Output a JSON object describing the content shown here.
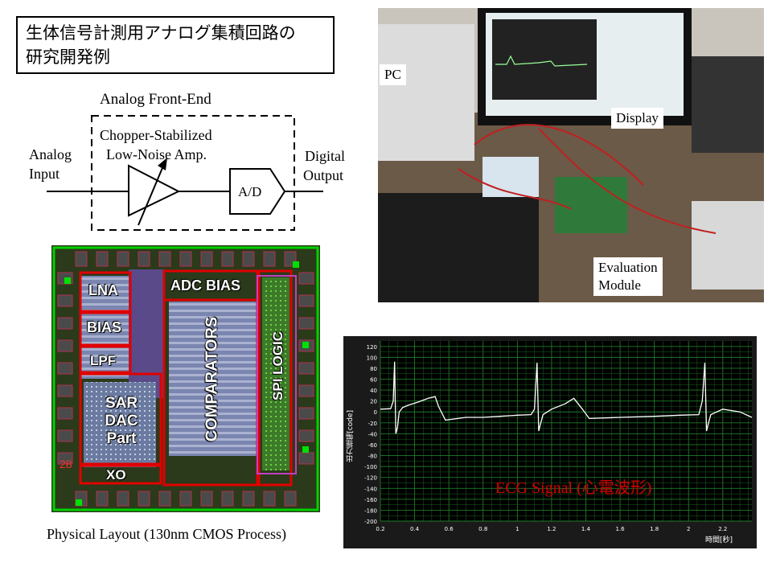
{
  "title": {
    "line1": "生体信号計測用アナログ集積回路の",
    "line2": "研究開発例"
  },
  "afe": {
    "heading": "Analog Front-End",
    "amp_line1": "Chopper-Stabilized",
    "amp_line2": "Low-Noise Amp.",
    "input_line1": "Analog",
    "input_line2": "Input",
    "output_line1": "Digital",
    "output_line2": "Output",
    "adc_label": "A/D"
  },
  "layout": {
    "blocks": {
      "lna": "LNA",
      "bias": "BIAS",
      "lpf": "LPF",
      "sar_line1": "SAR",
      "sar_line2": "DAC",
      "sar_line3": "Part",
      "xo": "XO",
      "adc_bias": "ADC BIAS",
      "comparators": "COMPARATORS",
      "spi_logic": "SPI LOGIC"
    },
    "pin_label": "28",
    "caption": "Physical Layout (130nm CMOS Process)"
  },
  "photo": {
    "labels": {
      "pc": "PC",
      "display": "Display",
      "eval_line1": "Evaluation",
      "eval_line2": "Module"
    }
  },
  "ecg": {
    "caption": "ECG Signal (心電波形)",
    "ylabel": "出力振幅[code]",
    "xlabel": "時間[秒]",
    "y_ticks": [
      "120",
      "100",
      "80",
      "60",
      "40",
      "20",
      "0",
      "-20",
      "-40",
      "-60",
      "-80",
      "-100",
      "-120",
      "-140",
      "-160",
      "-180",
      "-200"
    ],
    "x_ticks": [
      "0.2",
      "0.4",
      "0.6",
      "0.8",
      "1",
      "1.2",
      "1.4",
      "1.6",
      "1.8",
      "2",
      "2.2"
    ]
  },
  "chart_data": {
    "type": "line",
    "title": "",
    "xlabel": "時間[秒]",
    "ylabel": "出力振幅[code]",
    "xlim": [
      0.2,
      2.37
    ],
    "ylim": [
      -200,
      130
    ],
    "grid": true,
    "series": [
      {
        "x": [
          0.2,
          0.26,
          0.275,
          0.283,
          0.29,
          0.3,
          0.31,
          0.33,
          0.36,
          0.42,
          0.48,
          0.52,
          0.54,
          0.58,
          0.7,
          0.8,
          0.9,
          1.0,
          1.08,
          1.1,
          1.115,
          1.125,
          1.135,
          1.15,
          1.2,
          1.28,
          1.33,
          1.38,
          1.42,
          1.6,
          1.8,
          1.95,
          2.06,
          2.08,
          2.095,
          2.105,
          2.115,
          2.13,
          2.2,
          2.3,
          2.37
        ],
        "y": [
          5,
          6,
          20,
          92,
          -40,
          -28,
          0,
          8,
          12,
          18,
          25,
          28,
          10,
          -15,
          -10,
          -10,
          -8,
          -6,
          -5,
          5,
          90,
          -35,
          -22,
          -5,
          5,
          15,
          25,
          5,
          -12,
          -10,
          -8,
          -6,
          -5,
          20,
          90,
          -35,
          -22,
          -5,
          5,
          0,
          -10
        ]
      }
    ]
  },
  "colors": {
    "chip_bg": "#2a3a18",
    "chip_border": "#00d000",
    "block_red": "#e00000",
    "ecg_bg": "#000000",
    "ecg_grid": "#1f7a2a",
    "ecg_trace": "#ffffff",
    "caption_red": "#d40000"
  }
}
